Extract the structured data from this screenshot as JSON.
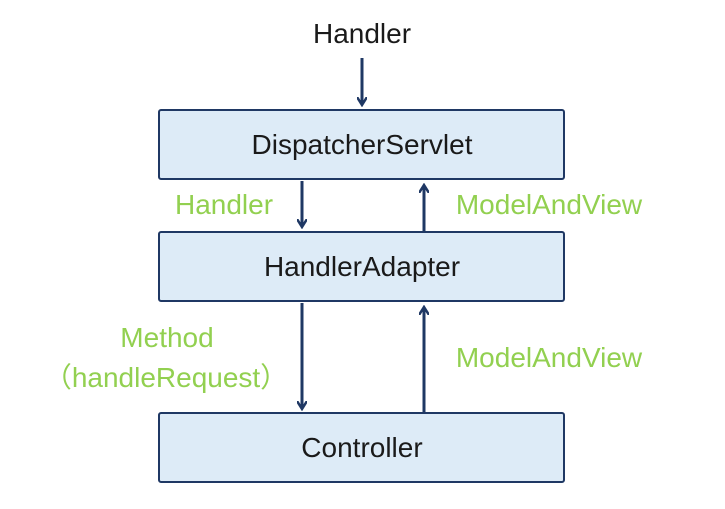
{
  "colors": {
    "box_fill": "#ddebf7",
    "box_stroke": "#1f3864",
    "arrow": "#1f3864",
    "label_green": "#92d050",
    "text": "#1a1a1a"
  },
  "diagram": {
    "top_label": "Handler",
    "nodes": {
      "dispatcher": "DispatcherServlet",
      "adapter": "HandlerAdapter",
      "controller": "Controller"
    },
    "edges": {
      "dispatcher_to_adapter": "Handler",
      "adapter_to_dispatcher": "ModelAndView",
      "adapter_to_controller_line1": "Method",
      "adapter_to_controller_line2": "（handleRequest）",
      "controller_to_adapter": "ModelAndView"
    }
  }
}
